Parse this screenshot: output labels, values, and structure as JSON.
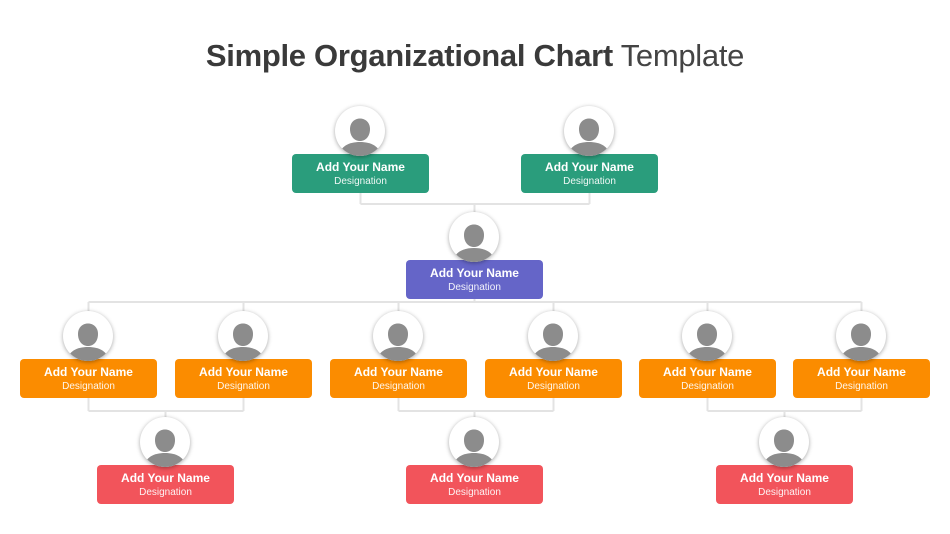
{
  "title": {
    "bold": "Simple Organizational Chart",
    "regular": " Template"
  },
  "colors": {
    "teal": "#2a9d7c",
    "purple": "#6565c8",
    "orange": "#fb8c00",
    "red": "#f2545b",
    "connector": "#e3e3e3",
    "avatar": "#8c8c8c"
  },
  "nodes": [
    {
      "name": "Add Your Name",
      "designation": "Designation",
      "level": "top",
      "color": "teal"
    },
    {
      "name": "Add Your Name",
      "designation": "Designation",
      "level": "top",
      "color": "teal"
    },
    {
      "name": "Add Your Name",
      "designation": "Designation",
      "level": "center",
      "color": "purple"
    },
    {
      "name": "Add Your Name",
      "designation": "Designation",
      "level": "row",
      "color": "orange"
    },
    {
      "name": "Add Your Name",
      "designation": "Designation",
      "level": "row",
      "color": "orange"
    },
    {
      "name": "Add Your Name",
      "designation": "Designation",
      "level": "row",
      "color": "orange"
    },
    {
      "name": "Add Your Name",
      "designation": "Designation",
      "level": "row",
      "color": "orange"
    },
    {
      "name": "Add Your Name",
      "designation": "Designation",
      "level": "row",
      "color": "orange"
    },
    {
      "name": "Add Your Name",
      "designation": "Designation",
      "level": "row",
      "color": "orange"
    },
    {
      "name": "Add Your Name",
      "designation": "Designation",
      "level": "bottom",
      "color": "red"
    },
    {
      "name": "Add Your Name",
      "designation": "Designation",
      "level": "bottom",
      "color": "red"
    },
    {
      "name": "Add Your Name",
      "designation": "Designation",
      "level": "bottom",
      "color": "red"
    }
  ]
}
